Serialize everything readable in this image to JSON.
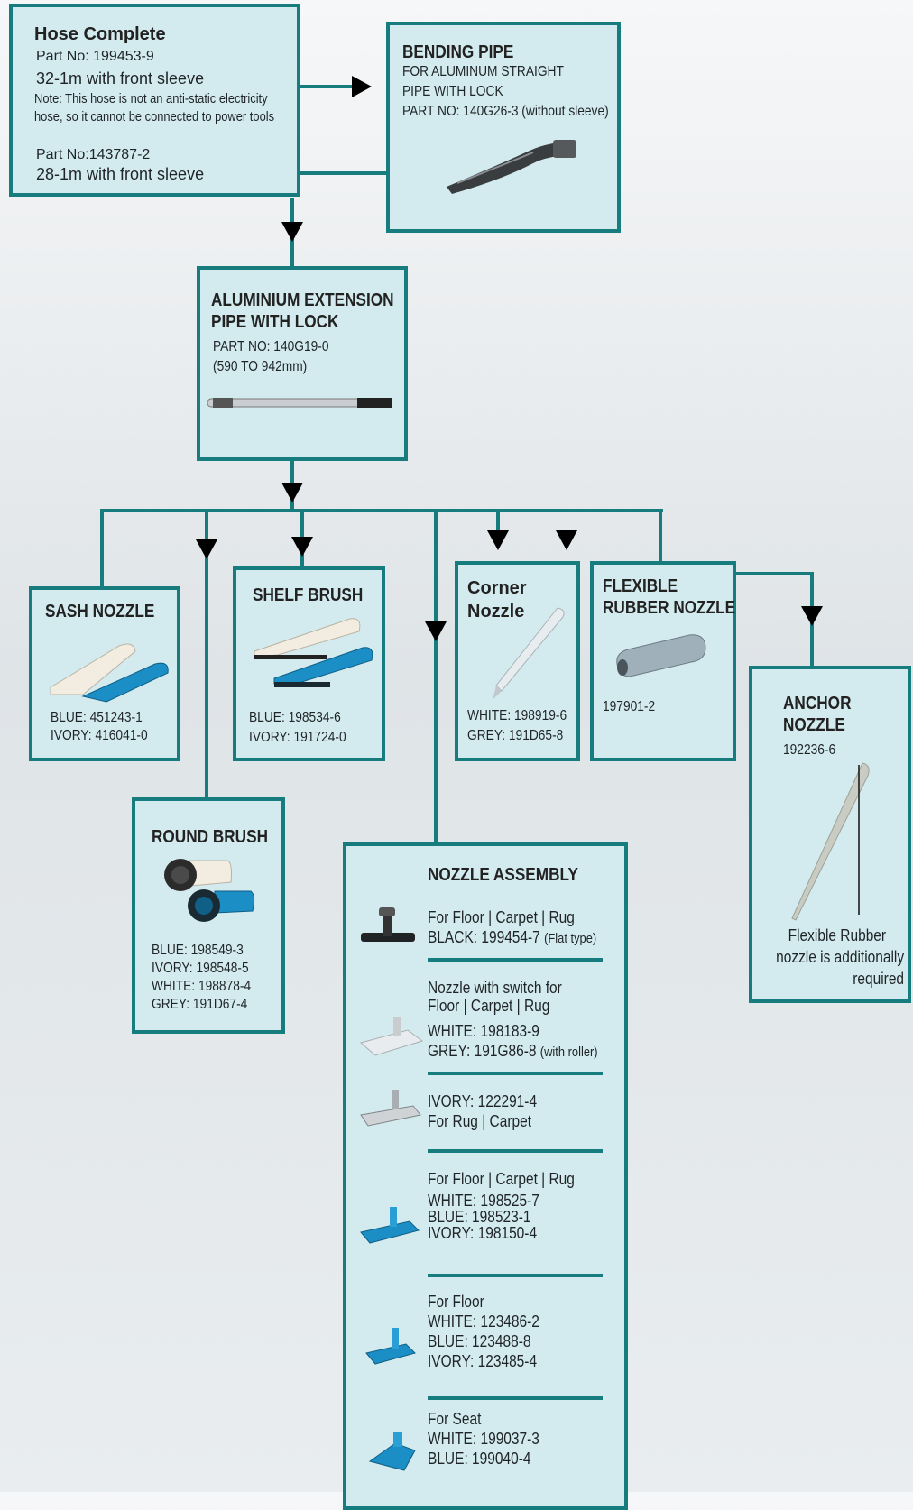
{
  "hose": {
    "title": "Hose Complete",
    "part1": "Part No: 199453-9",
    "len1": "32-1m with front sleeve",
    "note1": "Note: This hose is not an anti-static electricity",
    "note2": "hose, so it cannot be connected to power tools",
    "part2": "Part No:143787-2",
    "len2": "28-1m with front sleeve"
  },
  "bending": {
    "title": "BENDING PIPE",
    "line1": "FOR ALUMINUM STRAIGHT",
    "line2": "PIPE WITH LOCK",
    "part": "PART NO: 140G26-3 (without sleeve)"
  },
  "extension": {
    "title1": "ALUMINIUM EXTENSION",
    "title2": "PIPE WITH LOCK",
    "part": "PART NO: 140G19-0",
    "range": "(590 TO 942mm)"
  },
  "sash": {
    "title": "SASH NOZZLE",
    "blue": "BLUE: 451243-1",
    "ivory": "IVORY: 416041-0"
  },
  "shelf": {
    "title": "SHELF BRUSH",
    "blue": "BLUE: 198534-6",
    "ivory": "IVORY: 191724-0"
  },
  "corner": {
    "title1": "Corner",
    "title2": "Nozzle",
    "white": "WHITE: 198919-6",
    "grey": "GREY: 191D65-8"
  },
  "flex": {
    "title1": "FLEXIBLE",
    "title2": "RUBBER NOZZLE",
    "part": "197901-2"
  },
  "anchor": {
    "title1": "ANCHOR",
    "title2": "NOZZLE",
    "part": "192236-6",
    "note1": "Flexible Rubber",
    "note2": "nozzle is additionally",
    "note3": "required"
  },
  "round": {
    "title": "ROUND BRUSH",
    "blue": "BLUE: 198549-3",
    "ivory": "IVORY: 198548-5",
    "white": "WHITE: 198878-4",
    "grey": "GREY: 191D67-4"
  },
  "assembly": {
    "title": "NOZZLE ASSEMBLY",
    "items": [
      {
        "l1": "For Floor | Carpet | Rug",
        "l2": "BLACK: 199454-7",
        "l2note": "(Flat type)"
      },
      {
        "l1": "Nozzle with switch for",
        "l2": "Floor | Carpet | Rug",
        "l3": "WHITE: 198183-9",
        "l4": "GREY: 191G86-8",
        "l4note": "(with roller)"
      },
      {
        "l1": "IVORY: 122291-4",
        "l2": "For Rug | Carpet"
      },
      {
        "l1": "For Floor | Carpet | Rug",
        "l2": "WHITE: 198525-7",
        "l3": "BLUE: 198523-1",
        "l4": "IVORY: 198150-4"
      },
      {
        "l1": "For Floor",
        "l2": "WHITE: 123486-2",
        "l3": "BLUE: 123488-8",
        "l4": "IVORY: 123485-4"
      },
      {
        "l1": "For Seat",
        "l2": "WHITE: 199037-3",
        "l3": "BLUE: 199040-4"
      }
    ]
  },
  "colors": {
    "accent": "#167c7e",
    "box_fill": "#d3ebee",
    "arrow": "#000000"
  }
}
